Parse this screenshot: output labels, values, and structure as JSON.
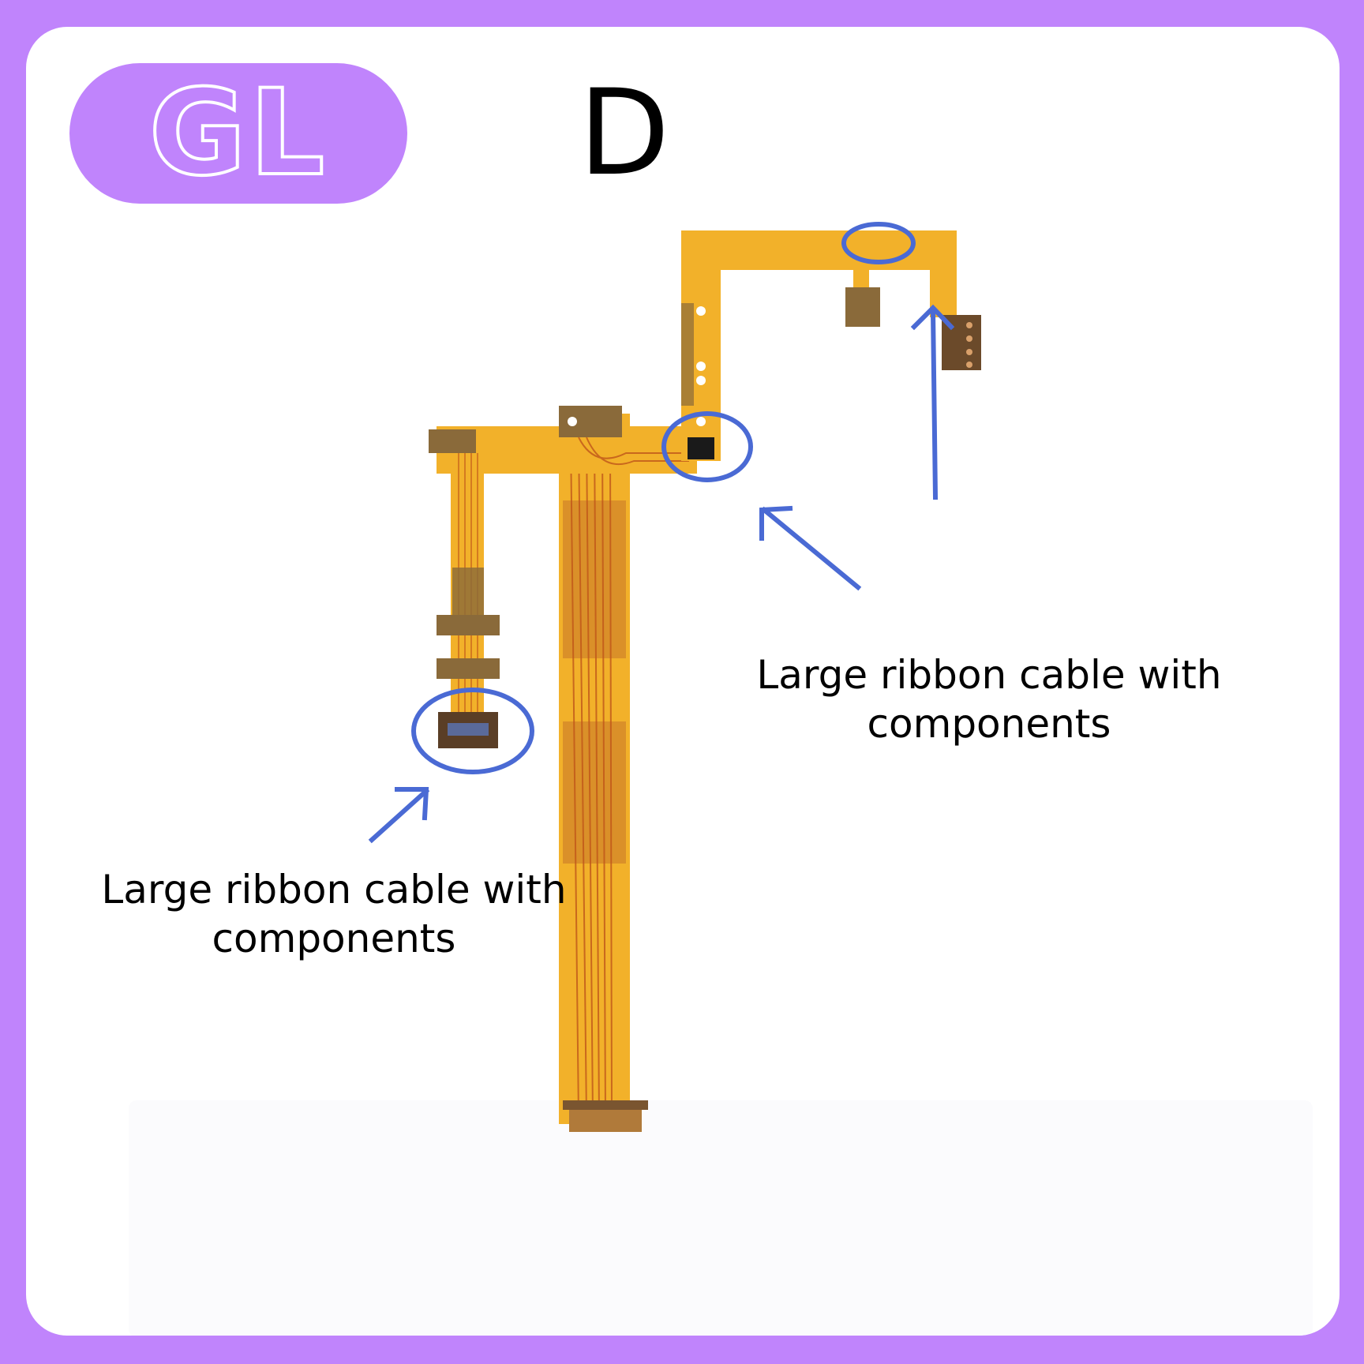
{
  "badge": {
    "text": "GL"
  },
  "variant_label": "D",
  "annotations": [
    {
      "text": "Large ribbon cable with components"
    },
    {
      "text": "Large ribbon cable with components"
    }
  ],
  "colors": {
    "frame": "#c084fc",
    "card": "#ffffff",
    "cable": "#f2b12a",
    "trace": "#c86a1e",
    "connector": "#6b4a2a",
    "marker": "#4a6ad4"
  }
}
